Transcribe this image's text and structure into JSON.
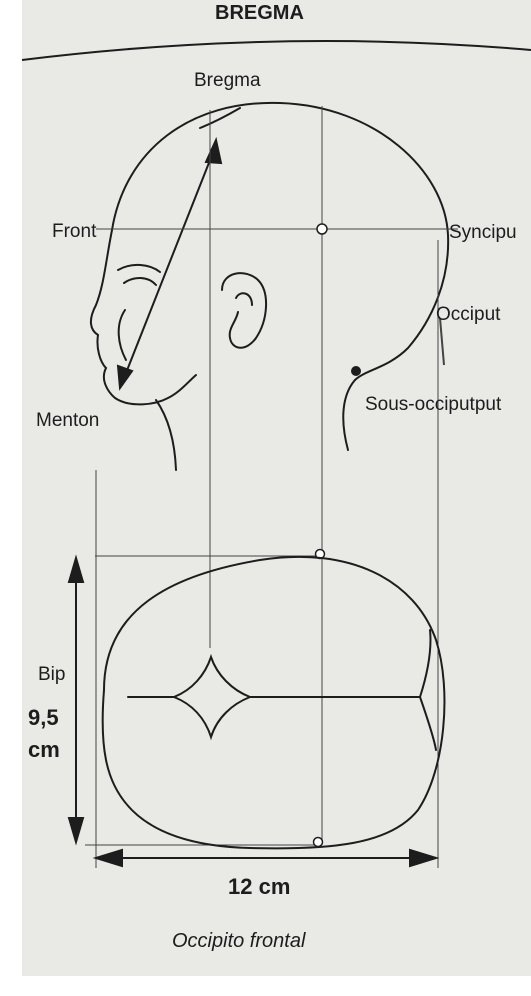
{
  "header": {
    "title_fragment": "BREGMA"
  },
  "labels": {
    "bregma": "Bregma",
    "front": "Front",
    "sinciput": "Syncipu",
    "occiput": "Occiput",
    "menton": "Menton",
    "sous_occiput": "Sous-occiputput"
  },
  "measure": {
    "bip_label": "Bip",
    "bip_value": "9,5",
    "bip_unit": "cm",
    "of_length": "12 cm",
    "of_caption": "Occipito frontal"
  },
  "colors": {
    "paper": "#e9e9e6",
    "ink": "#1d1d1d"
  }
}
